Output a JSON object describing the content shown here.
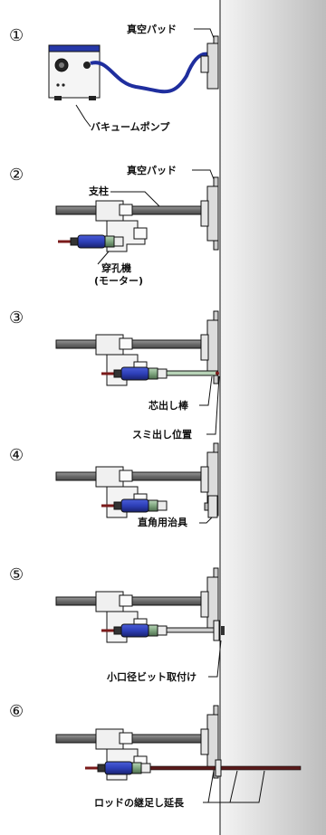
{
  "colors": {
    "wall_light": "#f4f4f4",
    "wall_dark": "#bdbdbd",
    "hose_blue": "#1f2e9e",
    "motor_blue": "#2d3fb8",
    "rod_dark": "#5a1a1a",
    "pole_gray": "#777777",
    "line_black": "#111111"
  },
  "steps": [
    {
      "number": "①",
      "labels": {
        "vacuum_pad": "真空パッド",
        "vacuum_pump": "バキュームポンプ"
      }
    },
    {
      "number": "②",
      "labels": {
        "vacuum_pad": "真空パッド",
        "pole": "支柱",
        "drill_line1": "穿孔機",
        "drill_line2": "(モーター)"
      }
    },
    {
      "number": "③",
      "labels": {
        "center_rod": "芯出し棒",
        "marking_position": "スミ出し位置"
      }
    },
    {
      "number": "④",
      "labels": {
        "right_angle_jig": "直角用治具"
      }
    },
    {
      "number": "⑤",
      "labels": {
        "small_bit": "小口径ビット取付け"
      }
    },
    {
      "number": "⑥",
      "labels": {
        "rod_extension": "ロッドの継足し延長"
      }
    }
  ]
}
